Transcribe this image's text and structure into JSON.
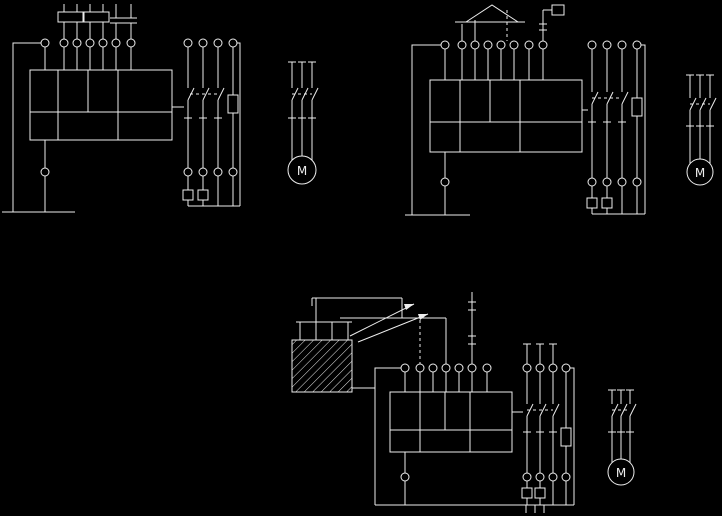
{
  "canvas": {
    "background": "#000000",
    "line_color": "#ededed",
    "description": "Three motor-starter wiring schematics drawn white-on-black"
  },
  "diagrams": [
    {
      "name": "contactor-starter-top-left",
      "motor_label": "M"
    },
    {
      "name": "contactor-starter-top-right",
      "motor_label": "M"
    },
    {
      "name": "autotransformer-starter-bottom",
      "motor_label": "M"
    }
  ]
}
